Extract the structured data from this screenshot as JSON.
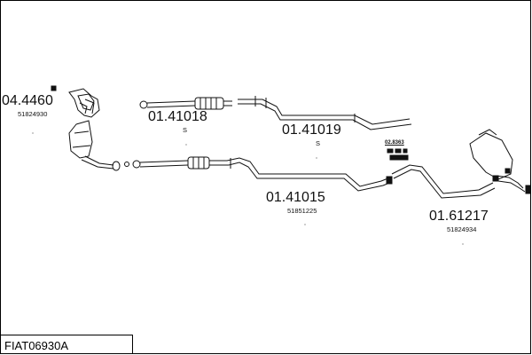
{
  "title_code": "FIAT06930A",
  "parts": [
    {
      "id": "manifold",
      "number": "04.4460",
      "ref": "51824930"
    },
    {
      "id": "front-pipe-upper",
      "number": "01.41018",
      "ref": "S"
    },
    {
      "id": "middle-pipe-upper",
      "number": "01.41019",
      "ref": "S"
    },
    {
      "id": "front-pipe-lower",
      "number": "01.41015",
      "ref": "51851225"
    },
    {
      "id": "rear-silencer",
      "number": "01.61217",
      "ref": "51824934"
    }
  ],
  "hardware_labels": [
    "02.8363"
  ],
  "colors": {
    "line": "#111111",
    "background": "#ffffff"
  }
}
